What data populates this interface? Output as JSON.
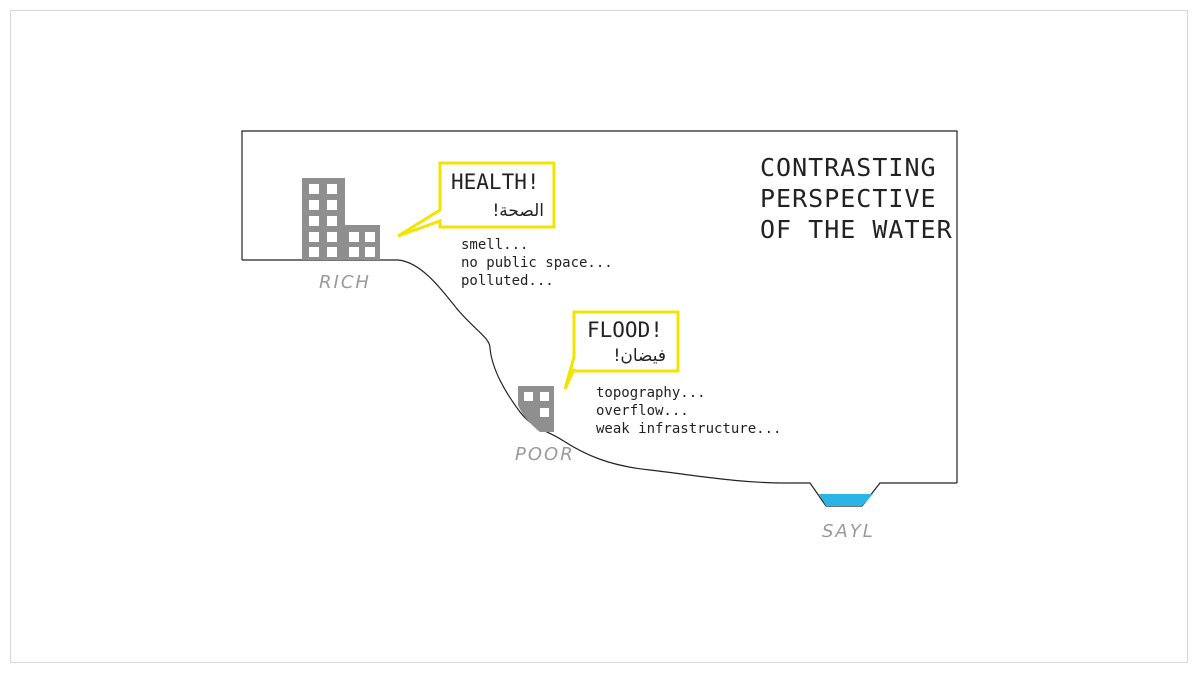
{
  "title": [
    "CONTRASTING",
    "PERSPECTIVE",
    "OF THE WATER"
  ],
  "rich": {
    "label": "RICH",
    "bubble": {
      "heading": "HEALTH!",
      "arabic": "الصحة!"
    },
    "notes": [
      "smell...",
      "no public space...",
      "polluted..."
    ]
  },
  "poor": {
    "label": "POOR",
    "bubble": {
      "heading": "FLOOD!",
      "arabic": "فيضان!"
    },
    "notes": [
      "topography...",
      "overflow...",
      "weak infrastructure..."
    ]
  },
  "water": {
    "label": "SAYL"
  },
  "colors": {
    "bubble_border": "#f2e400",
    "building": "#8f8f8f",
    "water": "#29b6e6",
    "terrain_line": "#222222",
    "label": "#9a9a9a"
  },
  "icons": [
    "building-rich-icon",
    "building-poor-icon",
    "water-channel-icon"
  ]
}
